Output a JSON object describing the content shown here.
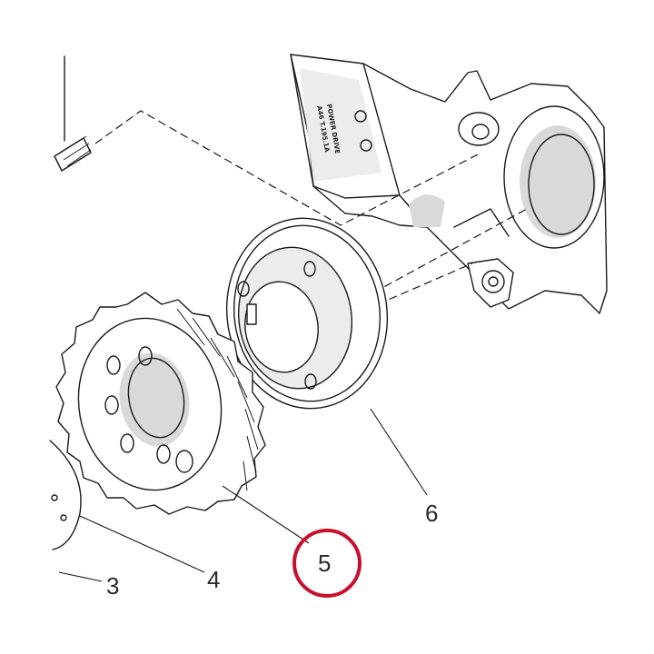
{
  "diagram": {
    "type": "exploded-parts-view",
    "callouts": [
      {
        "id": "3",
        "label": "3",
        "highlighted": false
      },
      {
        "id": "4",
        "label": "4",
        "highlighted": false
      },
      {
        "id": "5",
        "label": "5",
        "highlighted": true
      },
      {
        "id": "6",
        "label": "6",
        "highlighted": false
      }
    ],
    "highlight_color": "#c8102e",
    "cover_marking_lines": [
      "POWER DRIVE",
      "A46 T.195.1A"
    ]
  }
}
